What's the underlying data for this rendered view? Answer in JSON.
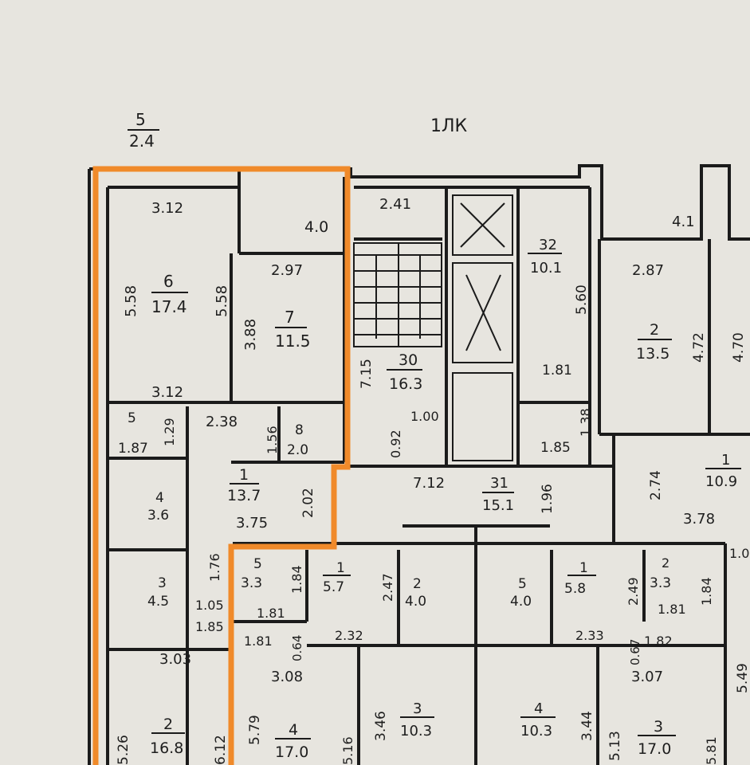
{
  "header": {
    "section_code": "1ЛК",
    "corner_num": "5",
    "corner_area": "2.4"
  },
  "colors": {
    "paper": "#e7e5df",
    "ink": "#1b1b1b",
    "highlight": "#f08a2a"
  },
  "rooms": [
    {
      "num": "6",
      "area": "17.4",
      "dims": [
        "3.12",
        "5.58",
        "5.58",
        "3.12"
      ]
    },
    {
      "num": "7",
      "area": "11.5",
      "dims": [
        "2.97",
        "3.88"
      ]
    },
    {
      "num": "",
      "area": "4.0"
    },
    {
      "num": "5",
      "area": "1.87",
      "dims": [
        "1.29"
      ]
    },
    {
      "num": "8",
      "area": "2.0",
      "dims": [
        "1.56"
      ]
    },
    {
      "num": "1",
      "area": "13.7",
      "dims": [
        "2.38",
        "3.75",
        "2.02"
      ]
    },
    {
      "num": "4",
      "area": "3.6"
    },
    {
      "num": "3",
      "area": "4.5",
      "dims": [
        "1.76",
        "1.05",
        "1.85"
      ]
    },
    {
      "num": "2",
      "area": "16.8",
      "dims": [
        "3.03",
        "5.26",
        "6.12"
      ]
    },
    {
      "num": "30",
      "area": "16.3",
      "dims": [
        "2.41",
        "7.15",
        "0.92",
        "1.00"
      ]
    },
    {
      "num": "32",
      "area": "10.1",
      "dims": [
        "5.60",
        "1.81",
        "1.38",
        "1.85"
      ]
    },
    {
      "num": "31",
      "area": "15.1",
      "dims": [
        "7.12",
        "1.96"
      ]
    },
    {
      "num": "2",
      "area": "13.5",
      "dims": [
        "2.87",
        "4.72",
        "4.70"
      ]
    },
    {
      "num": "",
      "area": "4.1"
    },
    {
      "num": "1",
      "area": "10.9",
      "dims": [
        "2.74",
        "3.78"
      ]
    },
    {
      "num": "5",
      "area": "3.3",
      "dims": [
        "1.84",
        "1.81"
      ]
    },
    {
      "num": "1",
      "area": "5.7",
      "dims": [
        "2.47",
        "2.32"
      ]
    },
    {
      "num": "2",
      "area": "4.0"
    },
    {
      "num": "5",
      "area": "4.0"
    },
    {
      "num": "1",
      "area": "5.8",
      "dims": [
        "2.49",
        "2.33"
      ]
    },
    {
      "num": "2",
      "area": "3.3",
      "dims": [
        "1.84",
        "1.81"
      ]
    },
    {
      "num": "4",
      "area": "17.0",
      "dims": [
        "1.81",
        "0.64",
        "3.08",
        "5.79",
        "5.16"
      ]
    },
    {
      "num": "3",
      "area": "10.3",
      "dims": [
        "3.46"
      ]
    },
    {
      "num": "4",
      "area": "10.3",
      "dims": [
        "3.44"
      ]
    },
    {
      "num": "3",
      "area": "17.0",
      "dims": [
        "0.67",
        "1.82",
        "3.07",
        "5.13",
        "5.81",
        "5.49"
      ]
    }
  ],
  "edge_fragment": "1.0"
}
